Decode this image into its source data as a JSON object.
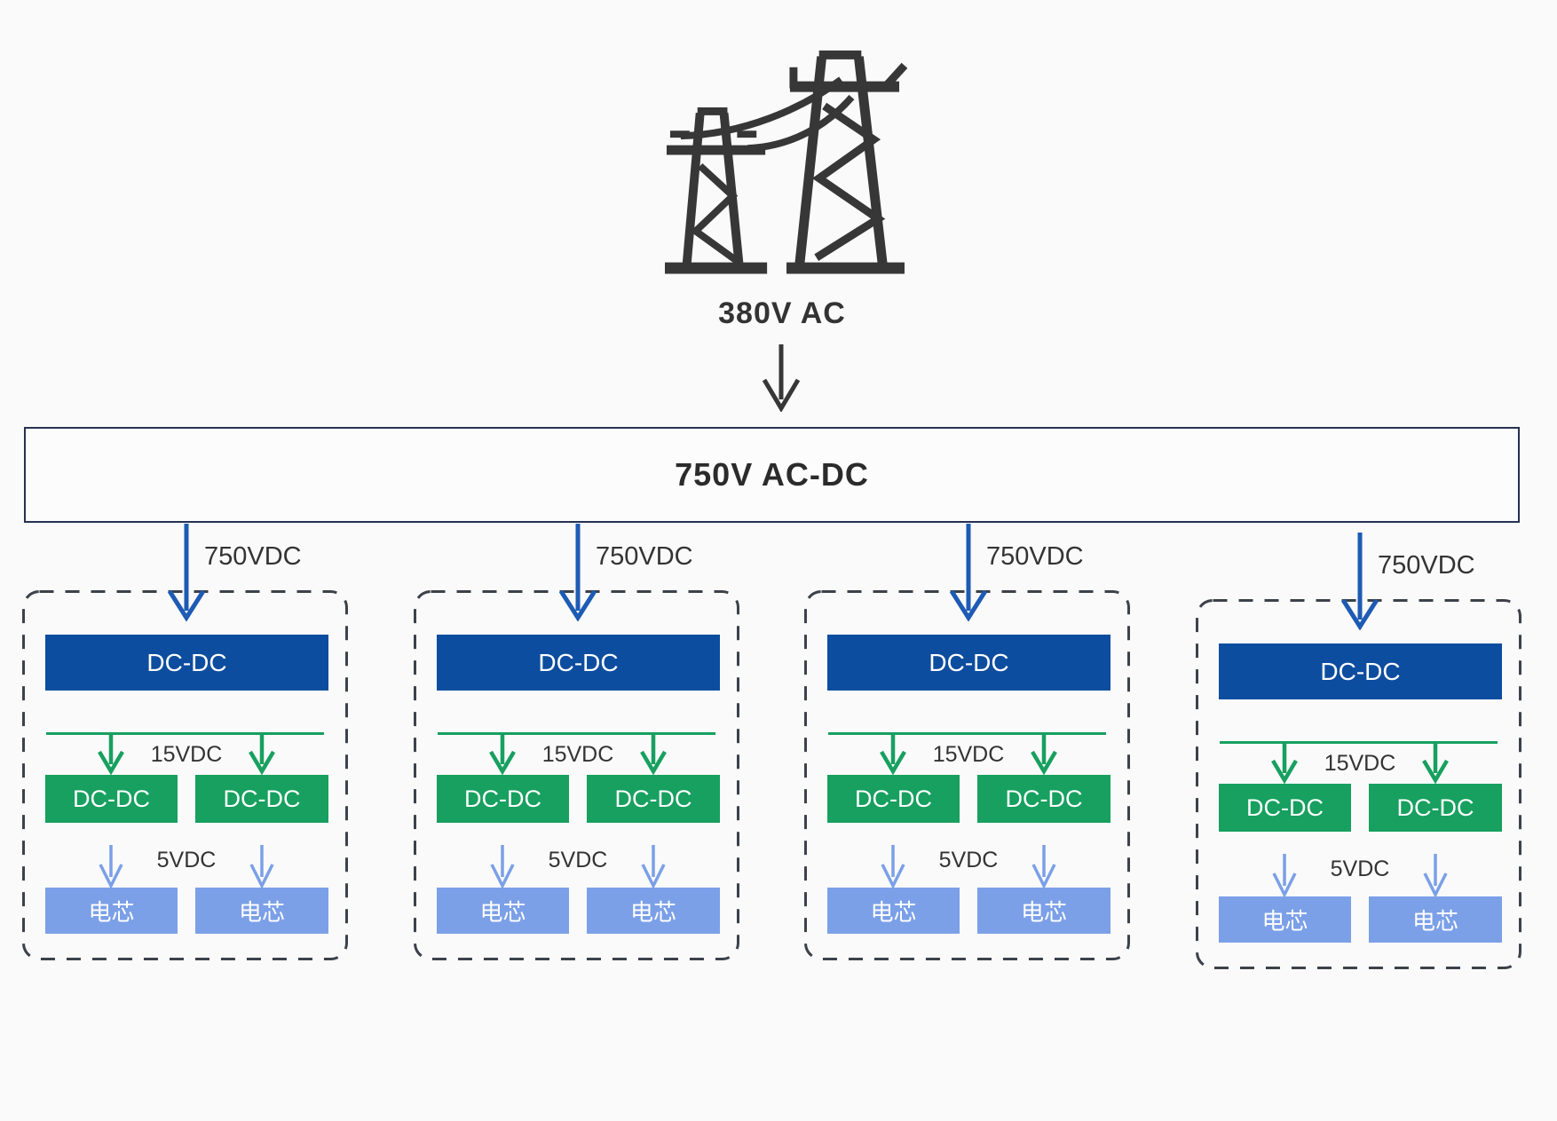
{
  "grid_source": {
    "icon": "transmission-tower-icon",
    "label": "380V AC"
  },
  "rectifier": {
    "label": "750V AC-DC"
  },
  "branches": [
    {
      "input_label": "750VDC",
      "primary_converter": "DC-DC",
      "mid_bus_label": "15VDC",
      "secondary_converters": [
        "DC-DC",
        "DC-DC"
      ],
      "low_bus_label": "5VDC",
      "cells": [
        "电芯",
        "电芯"
      ]
    },
    {
      "input_label": "750VDC",
      "primary_converter": "DC-DC",
      "mid_bus_label": "15VDC",
      "secondary_converters": [
        "DC-DC",
        "DC-DC"
      ],
      "low_bus_label": "5VDC",
      "cells": [
        "电芯",
        "电芯"
      ]
    },
    {
      "input_label": "750VDC",
      "primary_converter": "DC-DC",
      "mid_bus_label": "15VDC",
      "secondary_converters": [
        "DC-DC",
        "DC-DC"
      ],
      "low_bus_label": "5VDC",
      "cells": [
        "电芯",
        "电芯"
      ]
    },
    {
      "input_label": "750VDC",
      "primary_converter": "DC-DC",
      "mid_bus_label": "15VDC",
      "secondary_converters": [
        "DC-DC",
        "DC-DC"
      ],
      "low_bus_label": "5VDC",
      "cells": [
        "电芯",
        "电芯"
      ]
    }
  ],
  "icons": {
    "source": "transmission-tower-icon",
    "flow": "down-arrow-icon"
  },
  "colors": {
    "background": "#fafafa",
    "primary_converter_blue": "#0d4d9f",
    "secondary_converter_green": "#17a05f",
    "cell_blue": "#7ba0e8",
    "input_arrow_blue": "#1d5bb4",
    "dark_text": "#333333",
    "dashed_border": "#3c424b",
    "rectifier_border": "#263250"
  }
}
